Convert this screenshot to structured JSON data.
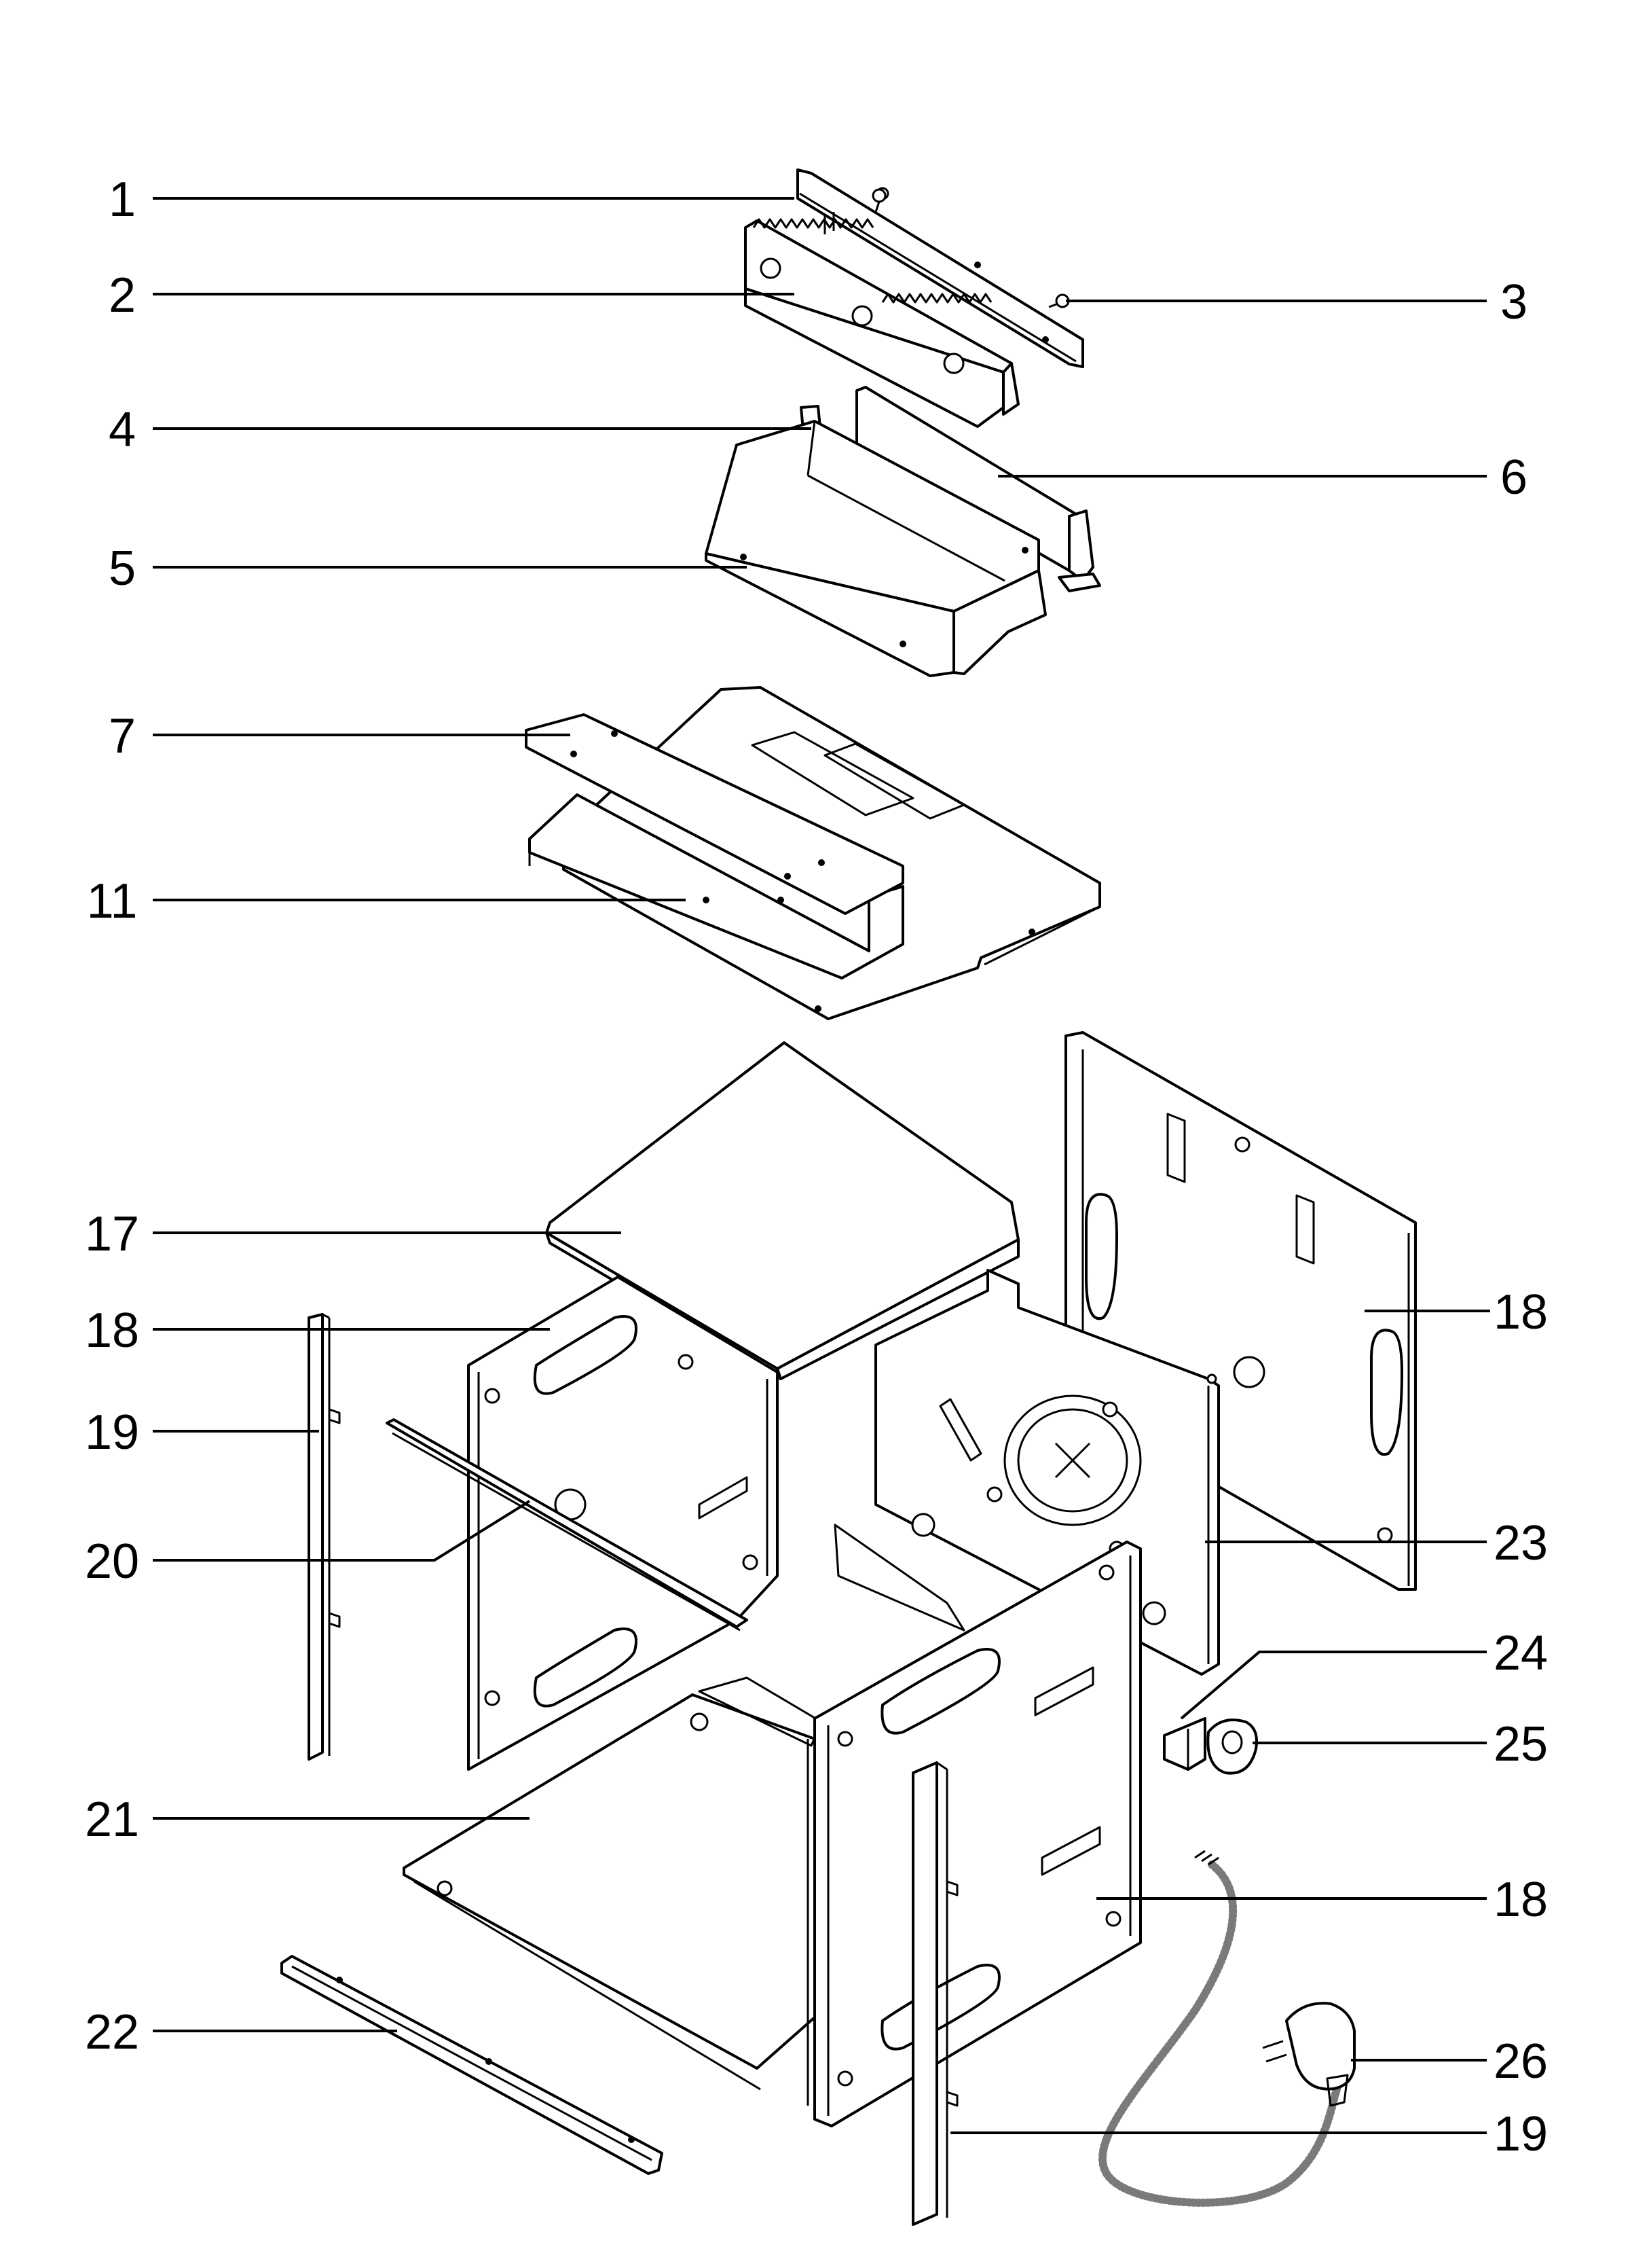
{
  "diagram": {
    "callouts": [
      {
        "label": "1"
      },
      {
        "label": "2"
      },
      {
        "label": "3"
      },
      {
        "label": "4"
      },
      {
        "label": "6"
      },
      {
        "label": "5"
      },
      {
        "label": "7"
      },
      {
        "label": "11"
      },
      {
        "label": "17"
      },
      {
        "label": "18"
      },
      {
        "label": "18"
      },
      {
        "label": "19"
      },
      {
        "label": "20"
      },
      {
        "label": "23"
      },
      {
        "label": "24"
      },
      {
        "label": "25"
      },
      {
        "label": "21"
      },
      {
        "label": "18"
      },
      {
        "label": "22"
      },
      {
        "label": "26"
      },
      {
        "label": "19"
      }
    ]
  }
}
